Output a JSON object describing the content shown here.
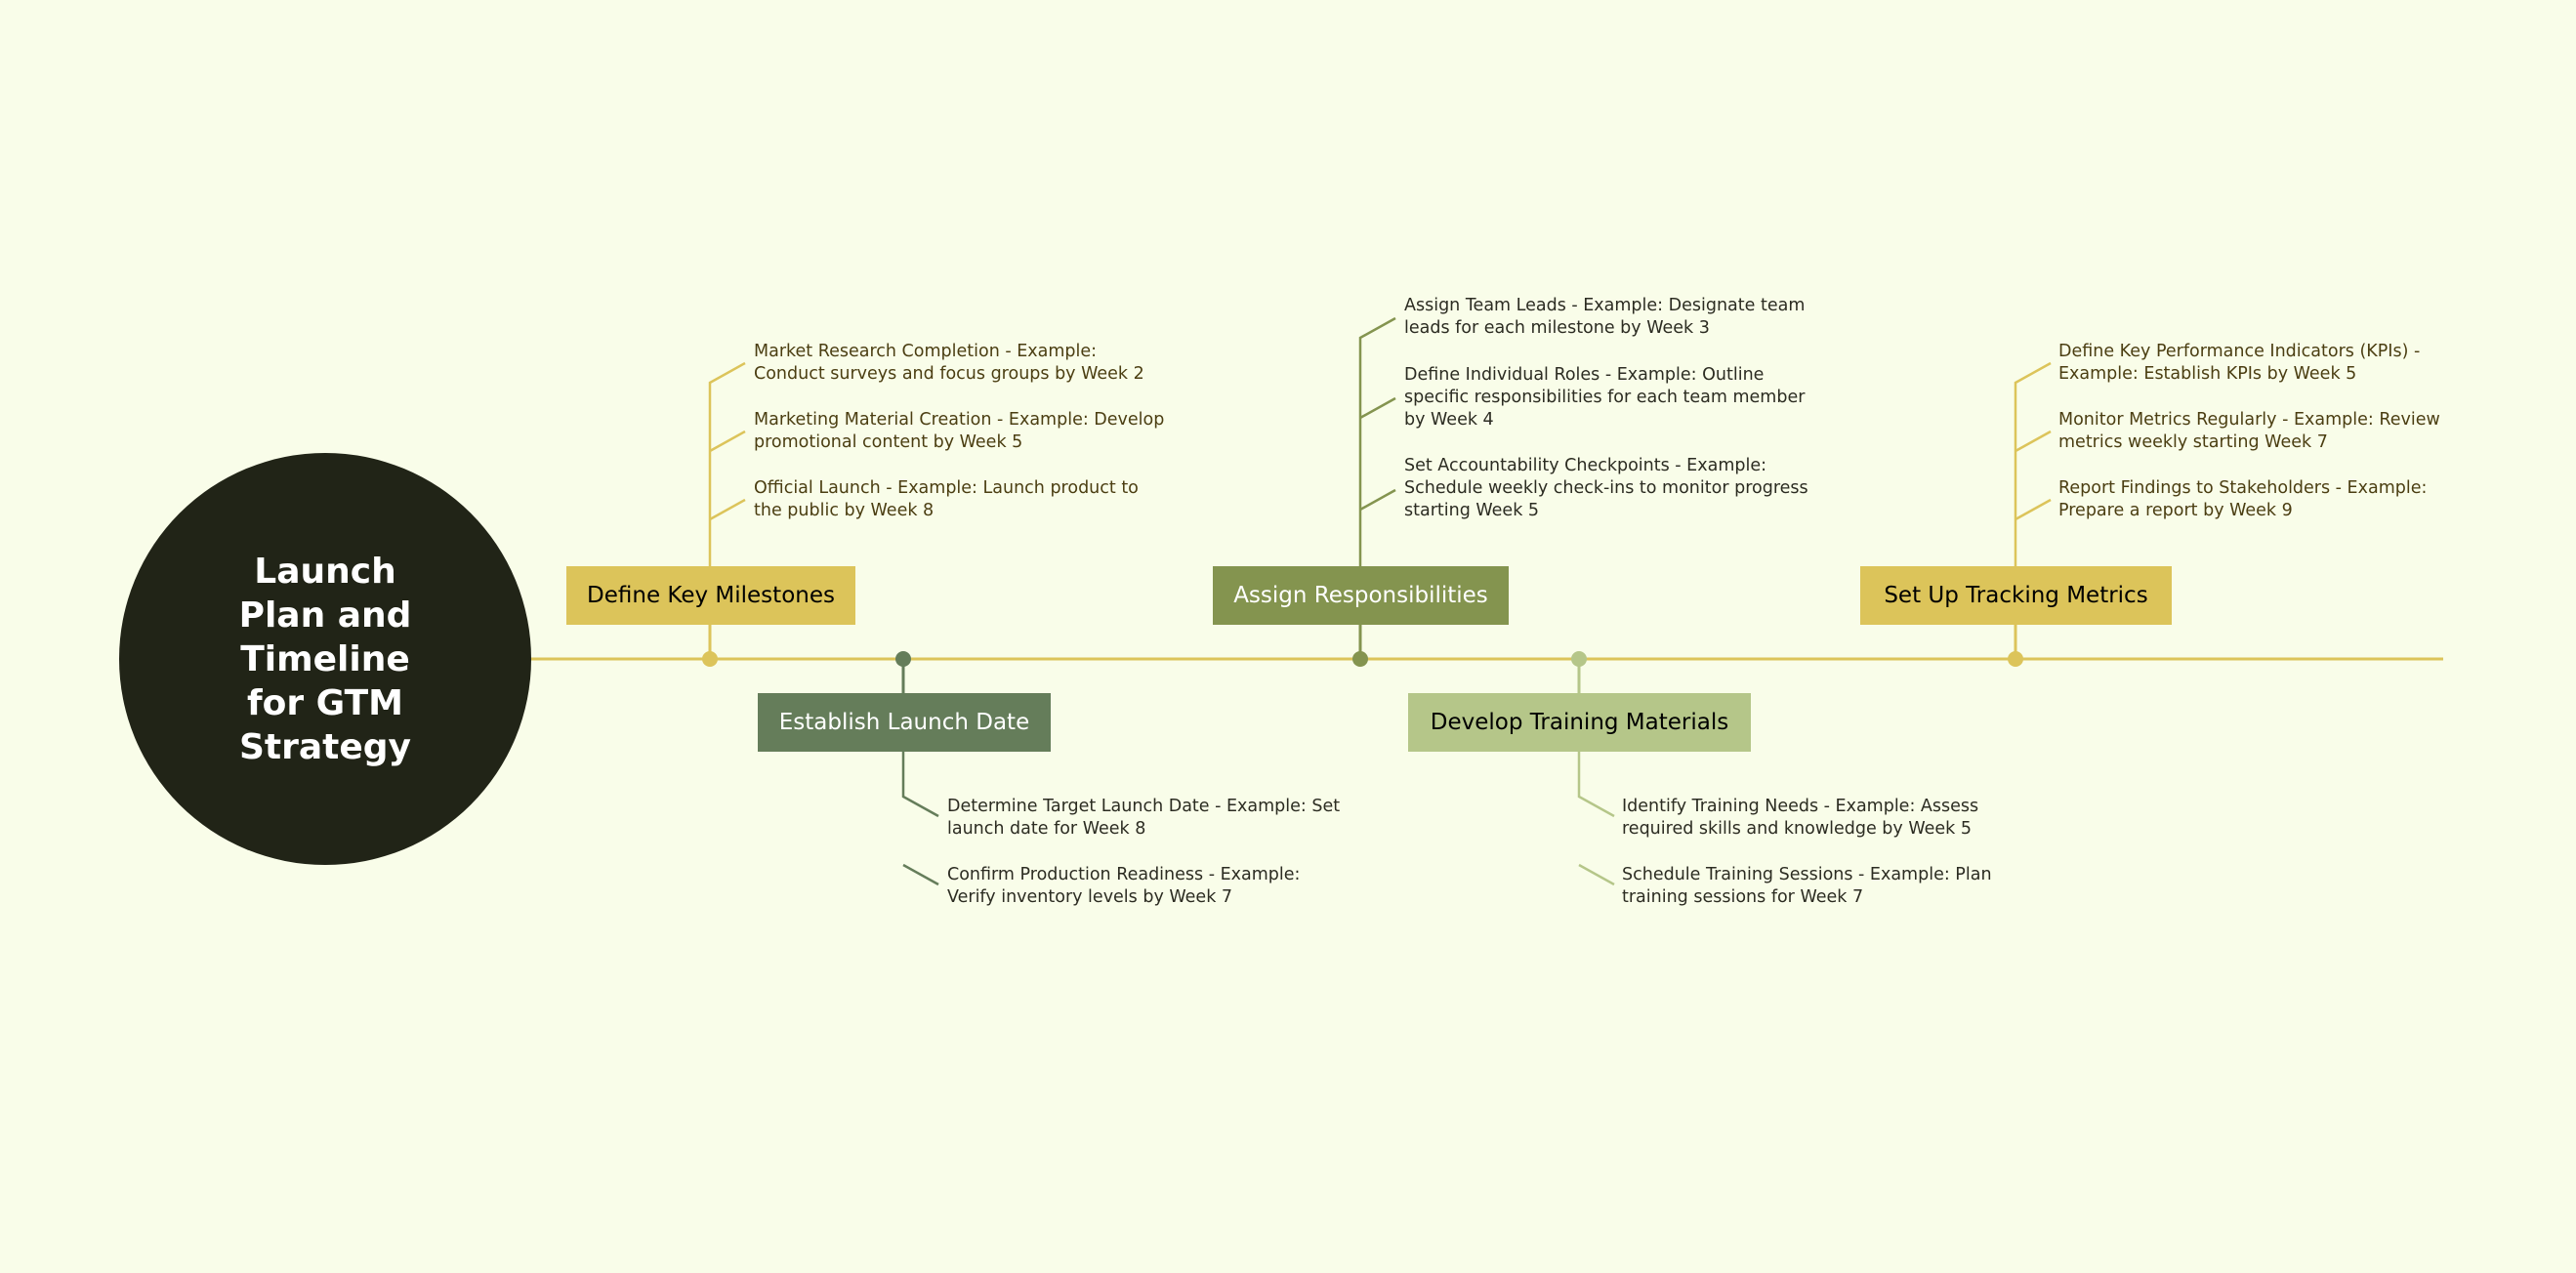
{
  "root": {
    "title": "Launch Plan and Timeline for GTM Strategy"
  },
  "colors": {
    "background": "#f9fde9",
    "root": "#212417",
    "gold": "#dcc45a",
    "dark_green": "#657d5a",
    "olive": "#84944f",
    "light_green": "#b5c689"
  },
  "topics": [
    {
      "title": "Define Key Milestones",
      "items": [
        "Market Research Completion - Example:\nConduct surveys and focus groups by Week 2",
        "Marketing Material Creation - Example: Develop\npromotional content by Week 5",
        "Official Launch - Example: Launch product to\nthe public by Week 8"
      ]
    },
    {
      "title": "Establish Launch Date",
      "items": [
        "Determine Target Launch Date - Example: Set\nlaunch date for Week 8",
        "Confirm Production Readiness - Example:\nVerify inventory levels by Week 7"
      ]
    },
    {
      "title": "Assign Responsibilities",
      "items": [
        "Assign Team Leads - Example: Designate team\nleads for each milestone by Week 3",
        "Define Individual Roles - Example: Outline\nspecific responsibilities for each team member\nby Week 4",
        "Set Accountability Checkpoints - Example:\nSchedule weekly check-ins to monitor progress\nstarting Week 5"
      ]
    },
    {
      "title": "Develop Training Materials",
      "items": [
        "Identify Training Needs - Example: Assess\nrequired skills and knowledge by Week 5",
        "Schedule Training Sessions - Example: Plan\ntraining sessions for Week 7"
      ]
    },
    {
      "title": "Set Up Tracking Metrics",
      "items": [
        "Define Key Performance Indicators (KPIs) -\nExample: Establish KPIs by Week 5",
        "Monitor Metrics Regularly - Example: Review\nmetrics weekly starting Week 7",
        "Report Findings to Stakeholders - Example:\nPrepare a report by Week 9"
      ]
    }
  ]
}
